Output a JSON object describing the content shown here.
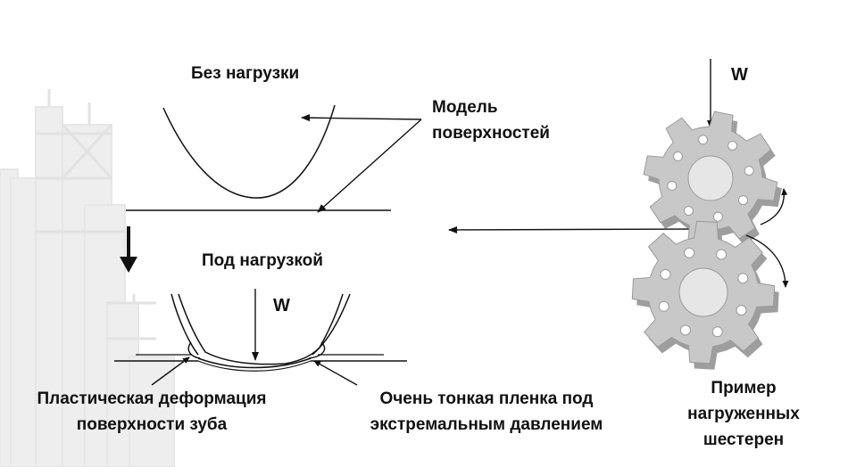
{
  "labels": {
    "no_load": "Без нагрузки",
    "surface_model": "Модель поверхностей",
    "under_load": "Под нагрузкой",
    "load_symbol_right": "W",
    "load_symbol_center": "W",
    "plastic_deformation": "Пластическая деформация поверхности зуба",
    "thin_film": "Очень тонкая пленка под экстремальным давлением",
    "gears_example": "Пример нагруженных шестерен"
  },
  "colors": {
    "line": "#111111",
    "gear_fill": "#c8c8c8",
    "gear_stroke": "#9a9a9a",
    "gear_hub": "#e6e6e6",
    "background_silhouette": "#ececec"
  }
}
